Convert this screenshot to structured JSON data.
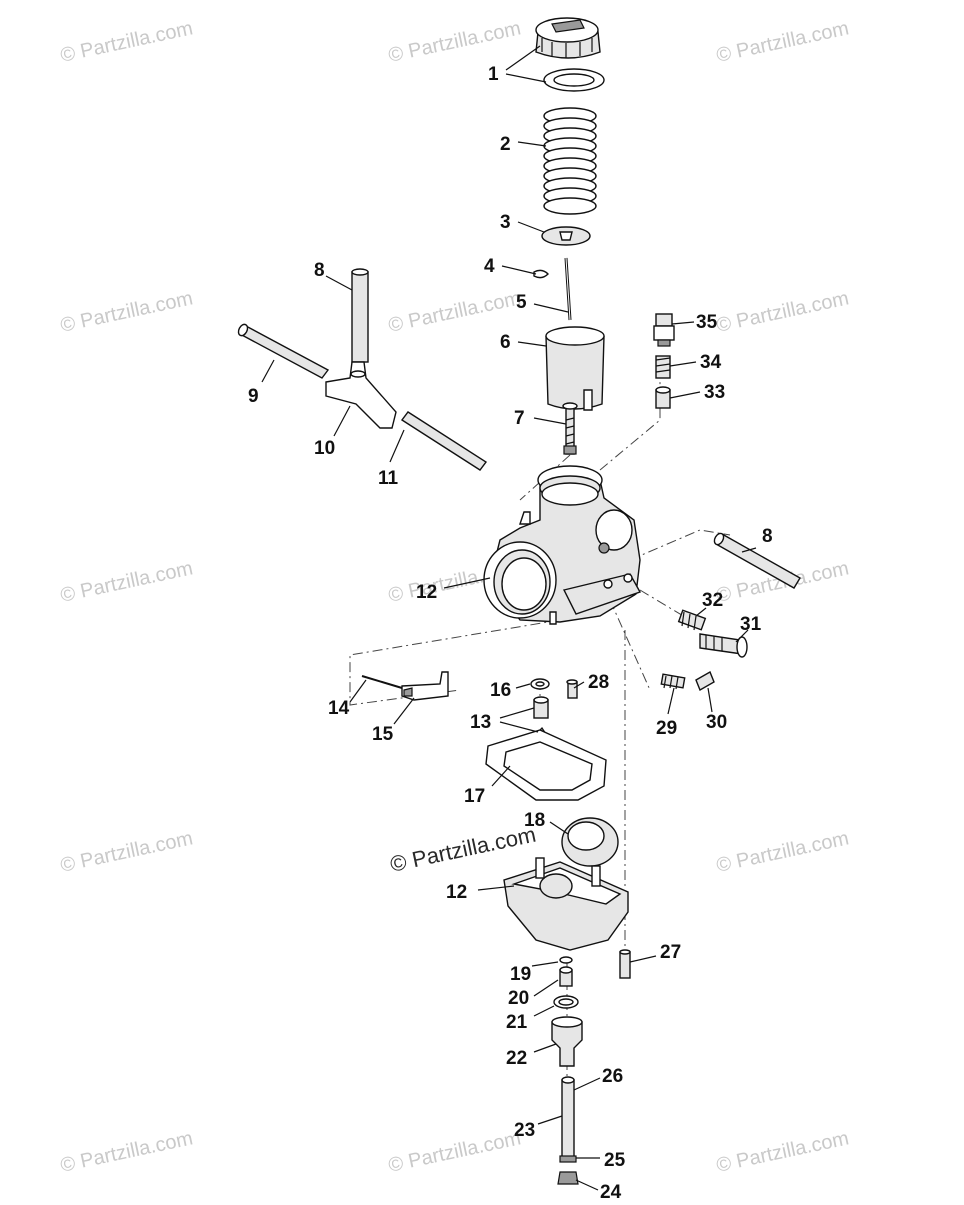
{
  "watermark": {
    "text": "© Partzilla.com",
    "center_text": "© Partzilla.com"
  },
  "callouts": {
    "c1": "1",
    "c2": "2",
    "c3": "3",
    "c4": "4",
    "c5": "5",
    "c6": "6",
    "c7": "7",
    "c8a": "8",
    "c8b": "8",
    "c9": "9",
    "c10": "10",
    "c11": "11",
    "c12a": "12",
    "c12b": "12",
    "c13": "13",
    "c14": "14",
    "c15": "15",
    "c16": "16",
    "c17": "17",
    "c18": "18",
    "c19": "19",
    "c20": "20",
    "c21": "21",
    "c22": "22",
    "c23": "23",
    "c24": "24",
    "c25": "25",
    "c26": "26",
    "c27": "27",
    "c28": "28",
    "c29": "29",
    "c30": "30",
    "c31": "31",
    "c32": "32",
    "c33": "33",
    "c34": "34",
    "c35": "35"
  }
}
